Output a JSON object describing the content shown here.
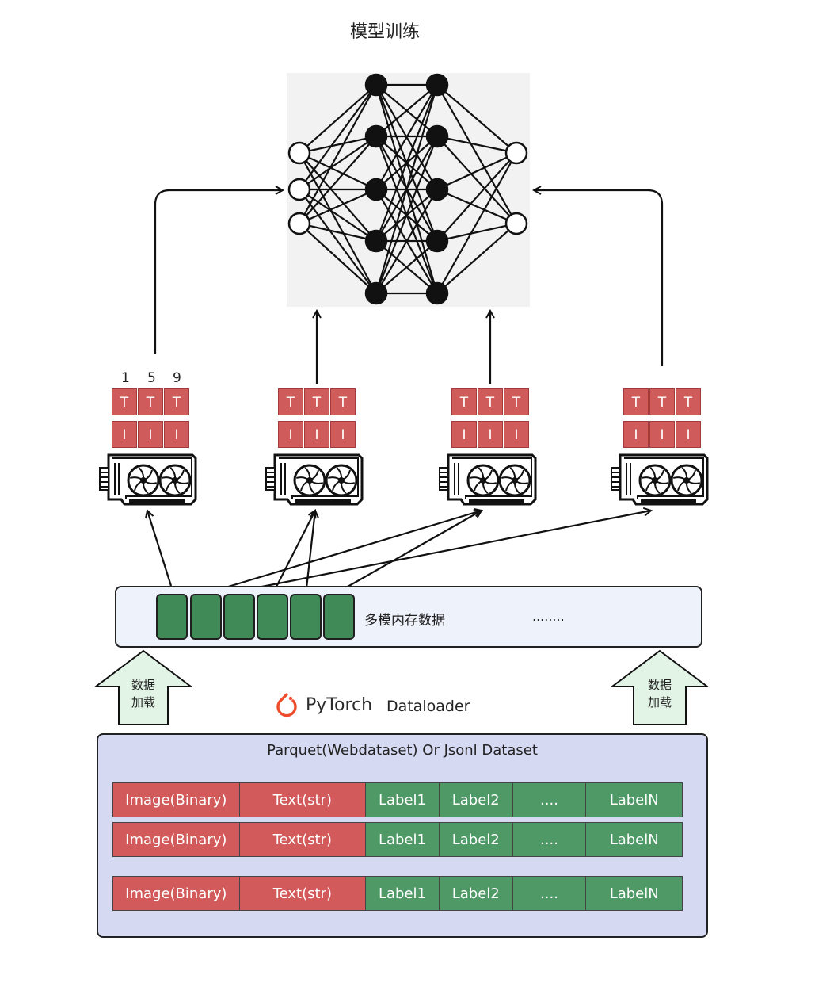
{
  "title": "模型训练",
  "column_numbers": [
    "1",
    "5",
    "9"
  ],
  "gpu_groups": [
    {
      "top": [
        "T",
        "T",
        "T"
      ],
      "bottom": [
        "I",
        "I",
        "I"
      ]
    },
    {
      "top": [
        "T",
        "T",
        "T"
      ],
      "bottom": [
        "I",
        "I",
        "I"
      ]
    },
    {
      "top": [
        "T",
        "T",
        "T"
      ],
      "bottom": [
        "I",
        "I",
        "I"
      ]
    },
    {
      "top": [
        "T",
        "T",
        "T"
      ],
      "bottom": [
        "I",
        "I",
        "I"
      ]
    }
  ],
  "memory": {
    "label": "多模内存数据",
    "ellipsis": "........"
  },
  "load_labels": {
    "left": [
      "数据",
      "加载"
    ],
    "right": [
      "数据",
      "加载"
    ]
  },
  "pytorch": {
    "logo_text": "PyTorch",
    "dataloader": "Dataloader"
  },
  "dataset": {
    "title": "Parquet(Webdataset) Or Jsonl Dataset",
    "rows": [
      [
        "Image(Binary)",
        "Text(str)",
        "Label1",
        "Label2",
        "....",
        "LabelN"
      ],
      [
        "Image(Binary)",
        "Text(str)",
        "Label1",
        "Label2",
        "....",
        "LabelN"
      ],
      [
        "Image(Binary)",
        "Text(str)",
        "Label1",
        "Label2",
        "....",
        "LabelN"
      ]
    ]
  },
  "colors": {
    "red_cell": "#d05b5b",
    "green_cell": "#4e9966",
    "memory_bg": "#eef2fb",
    "dataset_bg": "#d6d9f2",
    "arrow_fill": "#e2f4e6",
    "pytorch": "#ee4c2c"
  }
}
